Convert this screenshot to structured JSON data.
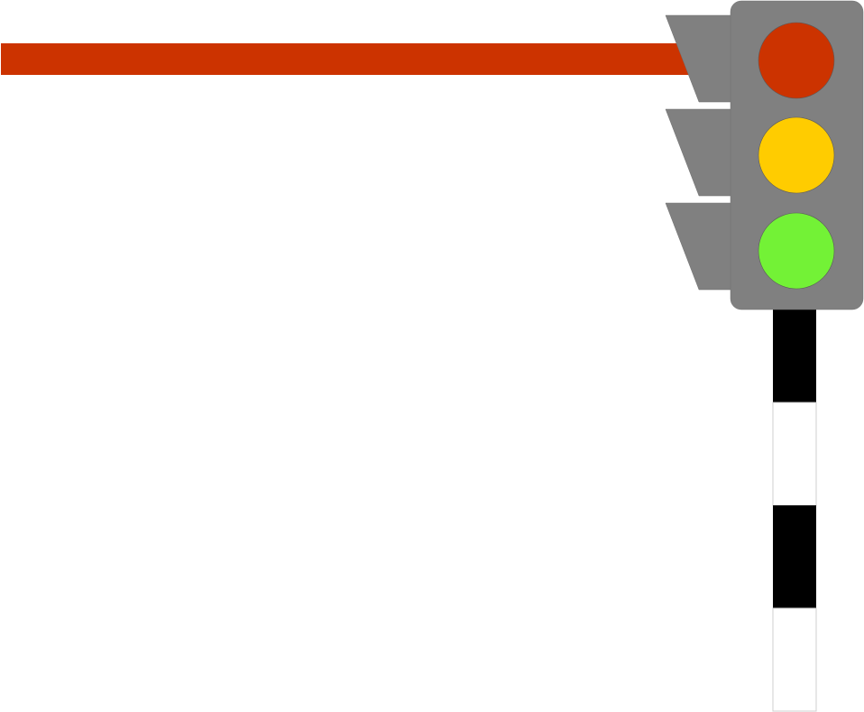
{
  "colors": {
    "background": "#ffffff",
    "bar": "#cc3300",
    "housing": "#808080",
    "housing_stroke": "#6e6e6e",
    "lamp_red": "#cc3300",
    "lamp_yellow": "#ffcc00",
    "lamp_green": "#73f236",
    "pole_dark": "#000000",
    "pole_light": "#ffffff",
    "pole_outline": "#cfcfcf"
  },
  "lamps": [
    {
      "name": "red",
      "color": "#cc3300",
      "lit": true
    },
    {
      "name": "yellow",
      "color": "#ffcc00",
      "lit": true
    },
    {
      "name": "green",
      "color": "#73f236",
      "lit": true
    }
  ],
  "pole_stripes": [
    "dark",
    "light",
    "dark",
    "light"
  ],
  "icons": {
    "signal": "traffic-light-icon",
    "barrier": "barrier-arm-icon"
  }
}
